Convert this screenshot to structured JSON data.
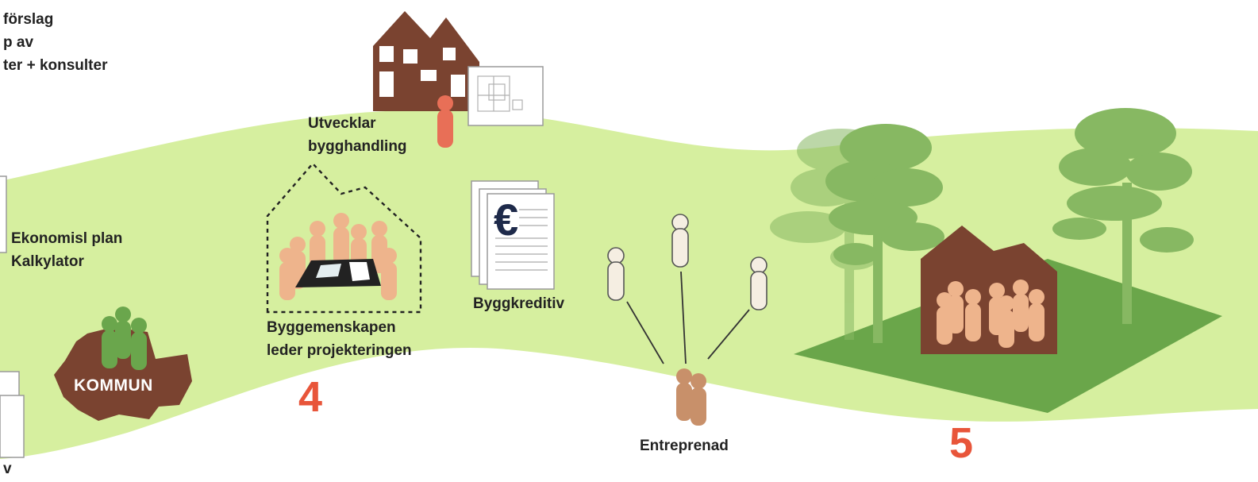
{
  "colors": {
    "background": "#ffffff",
    "meadow": "#d6ef9f",
    "house_brown": "#7a4330",
    "person_skin": "#eeb48c",
    "person_green": "#6aa64c",
    "person_cream": "#f5eee2",
    "person_coral": "#e86f57",
    "person_tan": "#c8906a",
    "tree_green": "#87b862",
    "field_green": "#6aa64a",
    "step_number": "#e8553a",
    "text": "#222222"
  },
  "left_column": {
    "lines": [
      "förslag",
      "p av",
      "ter + konsulter"
    ]
  },
  "economy": {
    "line1": "Ekonomisl plan",
    "line2": "Kalkylator"
  },
  "cut_off_text": "v",
  "kommun": {
    "label": "KOMMUN"
  },
  "step4": {
    "develop_line1": "Utvecklar",
    "develop_line2": "bygghandling",
    "group_line1": "Byggemenskapen",
    "group_line2": "leder projekteringen",
    "credit": "Byggkreditiv",
    "currency_symbol": "€",
    "number": "4"
  },
  "contracting": {
    "label": "Entreprenad"
  },
  "step5": {
    "number": "5"
  }
}
